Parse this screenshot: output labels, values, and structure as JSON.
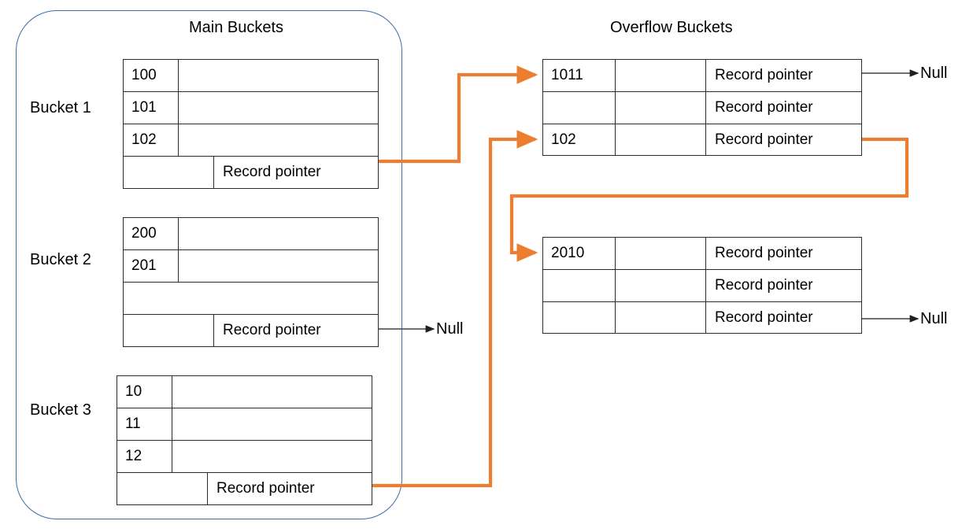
{
  "titles": {
    "main": "Main Buckets",
    "overflow": "Overflow Buckets"
  },
  "labels": {
    "record_pointer": "Record pointer",
    "null": "Null",
    "bucket1": "Bucket 1",
    "bucket2": "Bucket 2",
    "bucket3": "Bucket 3"
  },
  "colors": {
    "container_border": "#3a6ea5",
    "table_border": "#2b2b2b",
    "overflow_link": "#ED7D31",
    "null_link": "#404040",
    "text": "#000000"
  },
  "main_buckets": [
    {
      "label": "Bucket 1",
      "rows": [
        {
          "key": "100",
          "pointer": ""
        },
        {
          "key": "101",
          "pointer": ""
        },
        {
          "key": "102",
          "pointer": ""
        },
        {
          "key": "",
          "pointer": "Record pointer"
        }
      ],
      "link_target": "overflow-bucket-1-row-1011"
    },
    {
      "label": "Bucket 2",
      "rows": [
        {
          "key": "200",
          "pointer": ""
        },
        {
          "key": "201",
          "pointer": ""
        },
        {
          "key": "",
          "pointer": ""
        },
        {
          "key": "",
          "pointer": "Record pointer"
        }
      ],
      "link_target": "Null"
    },
    {
      "label": "Bucket 3",
      "rows": [
        {
          "key": "10",
          "pointer": ""
        },
        {
          "key": "11",
          "pointer": ""
        },
        {
          "key": "12",
          "pointer": ""
        },
        {
          "key": "",
          "pointer": "Record pointer"
        }
      ],
      "link_target": "overflow-bucket-1-row-102"
    }
  ],
  "overflow_buckets": [
    {
      "rows": [
        {
          "key": "1011",
          "mid": "",
          "pointer": "Record pointer",
          "link_target": "Null"
        },
        {
          "key": "",
          "mid": "",
          "pointer": "Record pointer",
          "link_target": ""
        },
        {
          "key": "102",
          "mid": "",
          "pointer": "Record pointer",
          "link_target": "overflow-bucket-2-row-2010"
        }
      ]
    },
    {
      "rows": [
        {
          "key": "2010",
          "mid": "",
          "pointer": "Record pointer",
          "link_target": ""
        },
        {
          "key": "",
          "mid": "",
          "pointer": "Record pointer",
          "link_target": ""
        },
        {
          "key": "",
          "mid": "",
          "pointer": "Record pointer",
          "link_target": "Null"
        }
      ]
    }
  ],
  "null_markers": [
    {
      "id": "null-overflow-1011",
      "text": "Null"
    },
    {
      "id": "null-bucket-2",
      "text": "Null"
    },
    {
      "id": "null-overflow-2010-last",
      "text": "Null"
    }
  ]
}
